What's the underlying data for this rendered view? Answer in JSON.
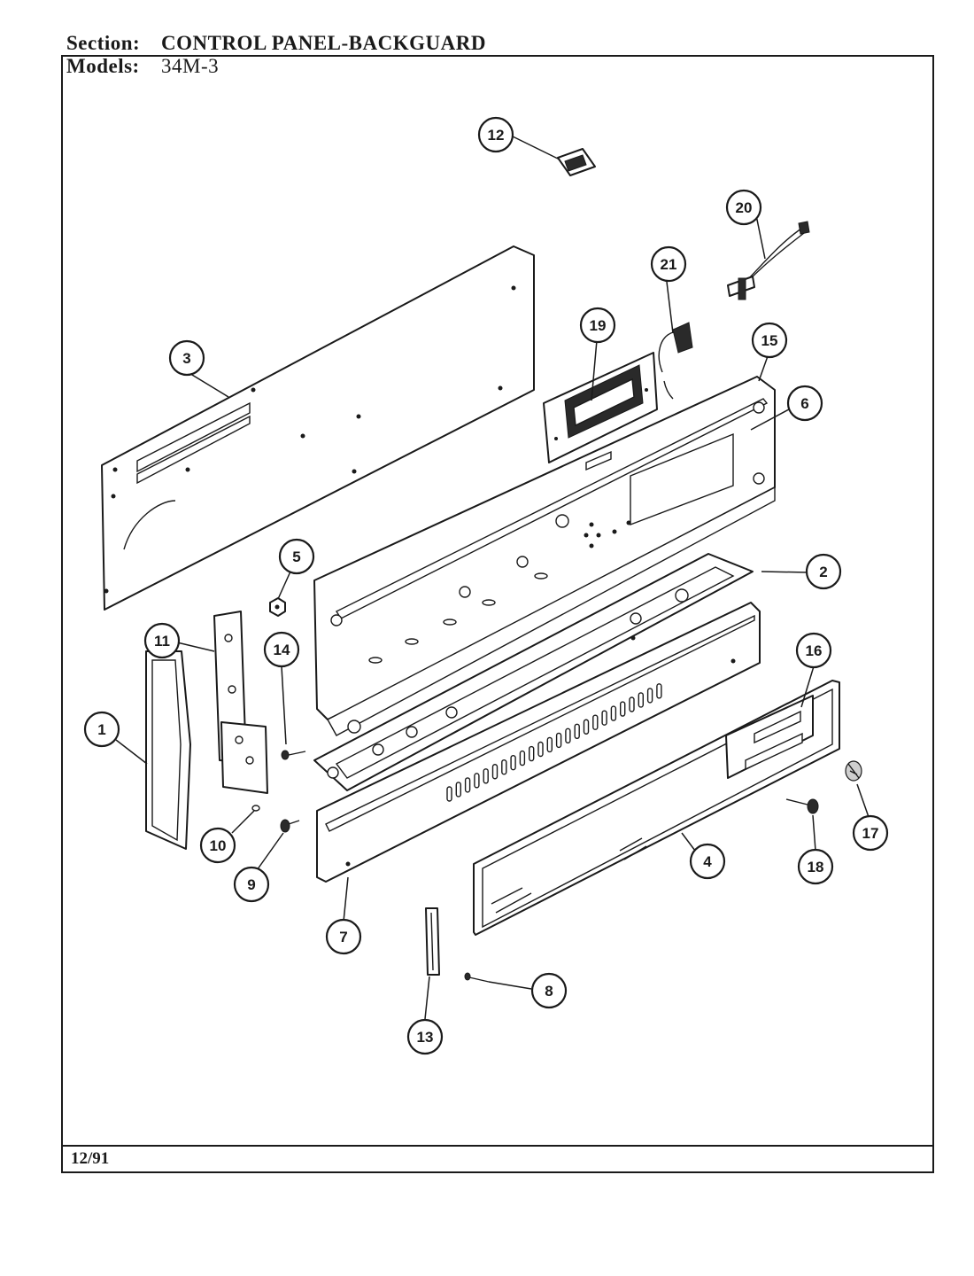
{
  "header": {
    "section_label": "Section:",
    "section_value": "CONTROL PANEL-BACKGUARD",
    "models_label": "Models:",
    "models_value": "34M-3"
  },
  "footer": {
    "date": "12/91"
  },
  "callouts": [
    {
      "id": "1",
      "label": "1"
    },
    {
      "id": "2",
      "label": "2"
    },
    {
      "id": "3",
      "label": "3"
    },
    {
      "id": "4",
      "label": "4"
    },
    {
      "id": "5",
      "label": "5"
    },
    {
      "id": "6",
      "label": "6"
    },
    {
      "id": "7",
      "label": "7"
    },
    {
      "id": "8",
      "label": "8"
    },
    {
      "id": "9",
      "label": "9"
    },
    {
      "id": "10",
      "label": "10"
    },
    {
      "id": "11",
      "label": "11"
    },
    {
      "id": "12",
      "label": "12"
    },
    {
      "id": "13",
      "label": "13"
    },
    {
      "id": "14",
      "label": "14"
    },
    {
      "id": "15",
      "label": "15"
    },
    {
      "id": "16",
      "label": "16"
    },
    {
      "id": "17",
      "label": "17"
    },
    {
      "id": "18",
      "label": "18"
    },
    {
      "id": "19",
      "label": "19"
    },
    {
      "id": "20",
      "label": "20"
    },
    {
      "id": "21",
      "label": "21"
    }
  ]
}
